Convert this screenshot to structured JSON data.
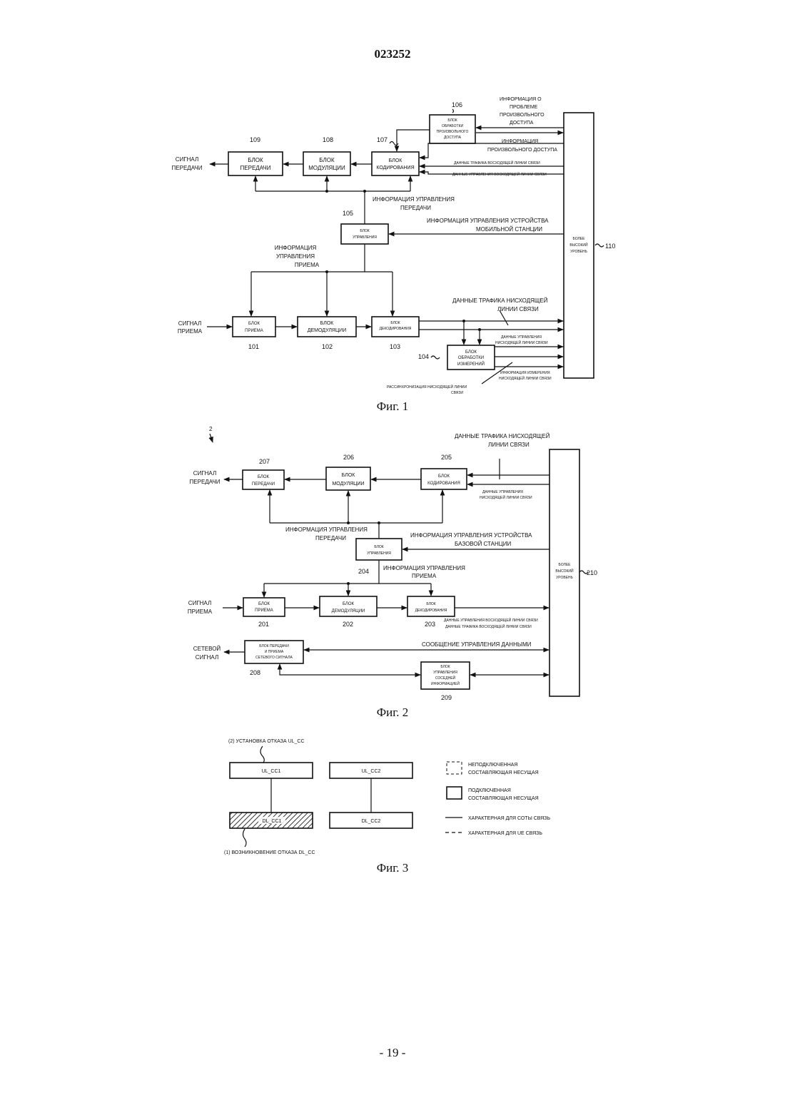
{
  "header": {
    "doc_number": "023252"
  },
  "footer": {
    "page_number": "- 19 -"
  },
  "fig1": {
    "caption": "Фиг. 1",
    "output_left": [
      "СИГНАЛ",
      "ПЕРЕДАЧИ"
    ],
    "input_left": [
      "СИГНАЛ",
      "ПРИЕМА"
    ],
    "b109": {
      "ref": "109",
      "line1": "БЛОК",
      "line2": "ПЕРЕДАЧИ"
    },
    "b108": {
      "ref": "108",
      "line1": "БЛОК",
      "line2": "МОДУЛЯЦИИ"
    },
    "b107": {
      "ref": "107",
      "line1": "БЛОК",
      "line2": "КОДИРОВАНИЯ"
    },
    "b106": {
      "ref": "106",
      "line1": "БЛОК",
      "line2": "ОБРАБОТКИ",
      "line3": "ПРОИЗВОЛЬНОГО",
      "line4": "ДОСТУПА"
    },
    "b105": {
      "ref": "105",
      "line1": "БЛОК",
      "line2": "УПРАВЛЕНИЯ"
    },
    "b101": {
      "ref": "101",
      "line1": "БЛОК",
      "line2": "ПРИЕМА"
    },
    "b102": {
      "ref": "102",
      "line1": "БЛОК",
      "line2": "ДЕМОДУЛЯЦИИ"
    },
    "b103": {
      "ref": "103",
      "line1": "БЛОК",
      "line2": "ДЕКОДИРОВАНИЯ"
    },
    "b104": {
      "ref": "104",
      "line1": "БЛОК",
      "line2": "ОБРАБОТКИ",
      "line3": "ИЗМЕРЕНИЙ"
    },
    "b110": {
      "ref": "110",
      "line1": "БОЛЕЕ",
      "line2": "ВЫСОКИЙ",
      "line3": "УРОВЕНЬ"
    },
    "lbl_ra_problem": [
      "ИНФОРМАЦИЯ О",
      "ПРОБЛЕМЕ",
      "ПРОИЗВОЛЬНОГО",
      "ДОСТУПА"
    ],
    "lbl_ra_info": [
      "ИНФОРМАЦИЯ",
      "ПРОИЗВОЛЬНОГО ДОСТУПА"
    ],
    "lbl_ul_traffic": "ДАННЫЕ ТРАФИКА ВОСХОДЯЩЕЙ ЛИНИИ СВЯЗИ",
    "lbl_ul_control": "ДАННЫЕ УПРАВЛЕНИЯ ВОСХОДЯЩЕЙ ЛИНИИ СВЯЗИ",
    "lbl_tx_control": [
      "ИНФОРМАЦИЯ УПРАВЛЕНИЯ",
      "ПЕРЕДАЧИ"
    ],
    "lbl_ms_control": [
      "ИНФОРМАЦИЯ УПРАВЛЕНИЯ УСТРОЙСТВА",
      "МОБИЛЬНОЙ СТАНЦИИ"
    ],
    "lbl_rx_control": [
      "ИНФОРМАЦИЯ",
      "УПРАВЛЕНИЯ",
      "ПРИЕМА"
    ],
    "lbl_dl_traffic": [
      "ДАННЫЕ ТРАФИКА НИСХОДЯЩЕЙ",
      "ЛИНИИ СВЯЗИ"
    ],
    "lbl_dl_control": [
      "ДАННЫЕ УПРАВЛЕНИЯ",
      "НИСХОДЯЩЕЙ ЛИНИИ СВЯЗИ"
    ],
    "lbl_dl_meas": [
      "ИНФОРМАЦИЯ ИЗМЕРЕНИЯ",
      "НИСХОДЯЩЕЙ ЛИНИИ СВЯЗИ"
    ],
    "lbl_dl_desync": [
      "РАССИНХРОНИЗАЦИЯ НИСХОДЯЩЕЙ ЛИНИИ",
      "СВЯЗИ"
    ]
  },
  "fig2": {
    "caption": "Фиг. 2",
    "ref_main": "2",
    "output_left": [
      "СИГНАЛ",
      "ПЕРЕДАЧИ"
    ],
    "input_left": [
      "СИГНАЛ",
      "ПРИЕМА"
    ],
    "net_left": [
      "СЕТЕВОЙ",
      "СИГНАЛ"
    ],
    "b207": {
      "ref": "207",
      "line1": "БЛОК",
      "line2": "ПЕРЕДАЧИ"
    },
    "b206": {
      "ref": "206",
      "line1": "БЛОК",
      "line2": "МОДУЛЯЦИИ"
    },
    "b205": {
      "ref": "205",
      "line1": "БЛОК",
      "line2": "КОДИРОВАНИЯ"
    },
    "b204": {
      "ref": "204",
      "line1": "БЛОК",
      "line2": "УПРАВЛЕНИЯ"
    },
    "b201": {
      "ref": "201",
      "line1": "БЛОК",
      "line2": "ПРИЕМА"
    },
    "b202": {
      "ref": "202",
      "line1": "БЛОК",
      "line2": "ДЕМОДУЛЯЦИИ"
    },
    "b203": {
      "ref": "203",
      "line1": "БЛОК",
      "line2": "ДЕКОДИРОВАНИЯ"
    },
    "b208": {
      "ref": "208",
      "line1": "БЛОК ПЕРЕДАЧИ",
      "line2": "И ПРИЕМА",
      "line3": "СЕТЕВОГО СИГНАЛА"
    },
    "b209": {
      "ref": "209",
      "line1": "БЛОК",
      "line2": "УПРАВЛЕНИЯ",
      "line3": "СОСЕДНЕЙ",
      "line4": "ИНФОРМАЦИЕЙ"
    },
    "b210": {
      "ref": "210",
      "line1": "БОЛЕЕ",
      "line2": "ВЫСОКИЙ",
      "line3": "УРОВЕНЬ"
    },
    "lbl_dl_traffic": [
      "ДАННЫЕ ТРАФИКА НИСХОДЯЩЕЙ",
      "ЛИНИИ СВЯЗИ"
    ],
    "lbl_dl_control": [
      "ДАННЫЕ УПРАВЛЕНИЯ",
      "НИСХОДЯЩЕЙ ЛИНИИ СВЯЗИ"
    ],
    "lbl_tx_control": [
      "ИНФОРМАЦИЯ УПРАВЛЕНИЯ",
      "ПЕРЕДАЧИ"
    ],
    "lbl_bs_control": [
      "ИНФОРМАЦИЯ УПРАВЛЕНИЯ УСТРОЙСТВА",
      "БАЗОВОЙ СТАНЦИИ"
    ],
    "lbl_rx_control": [
      "ИНФОРМАЦИЯ УПРАВЛЕНИЯ",
      "ПРИЕМА"
    ],
    "lbl_ul_control": "ДАННЫЕ УПРАВЛЕНИЯ ВОСХОДЯЩЕЙ ЛИНИИ СВЯЗИ",
    "lbl_ul_traffic": "ДАННЫЕ ТРАФИКА ВОСХОДЯЩЕЙ ЛИНИИ СВЯЗИ",
    "lbl_data_ctrl_msg": "СООБЩЕНИЕ УПРАВЛЕНИЯ ДАННЫМИ"
  },
  "fig3": {
    "caption": "Фиг. 3",
    "note_top": "(2)  УСТАНОВКА ОТКАЗА UL_CC",
    "note_bottom": "(1)  ВОЗНИКНОВЕНИЕ ОТКАЗА DL_CC",
    "ul_cc1": "UL_CC1",
    "ul_cc2": "UL_CC2",
    "dl_cc1": "DL_CC1",
    "dl_cc2": "DL_CC2",
    "legend": {
      "unconnected": [
        "НЕПОДКЛЮЧЕННАЯ",
        "СОСТАВЛЯЮЩАЯ НЕСУЩАЯ"
      ],
      "connected": [
        "ПОДКЛЮЧЕННАЯ",
        "СОСТАВЛЯЮЩАЯ НЕСУЩАЯ"
      ],
      "cell_link": "ХАРАКТЕРНАЯ ДЛЯ СОТЫ СВЯЗЬ",
      "ue_link": "ХАРАКТЕРНАЯ ДЛЯ UE СВЯЗЬ"
    }
  }
}
